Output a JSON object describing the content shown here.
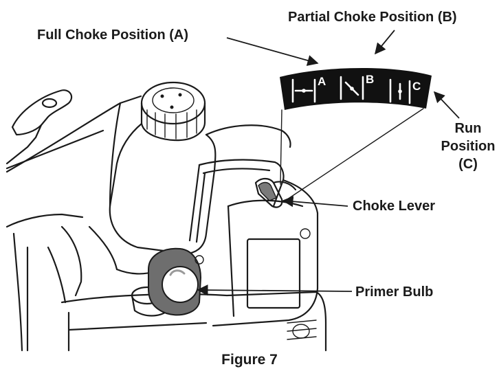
{
  "labels": {
    "full_choke": "Full Choke Position (A)",
    "partial_choke": "Partial Choke Position (B)",
    "run_line1": "Run",
    "run_line2": "Position",
    "run_line3": "(C)",
    "choke_lever": "Choke Lever",
    "primer_bulb": "Primer Bulb"
  },
  "plate": {
    "letter_a": "A",
    "letter_b": "B",
    "letter_c": "C"
  },
  "caption": "Figure 7",
  "colors": {
    "ink": "#1a1a1a",
    "plate": "#111111",
    "bulb_shade": "#6e6e6e",
    "background": "#ffffff"
  }
}
